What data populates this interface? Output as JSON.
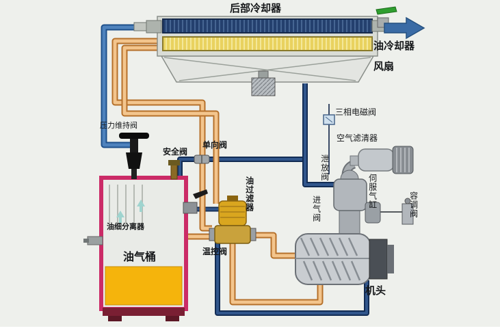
{
  "diagram": {
    "labels": {
      "aftercooler": "后部冷却器",
      "oil_cooler": "油冷却器",
      "fan": "风扇",
      "three_phase_solenoid_valve": "三相电磁阀",
      "air_cleaner": "空气滤清器",
      "pressure_maintain_valve": "压力维持阀",
      "safety_valve": "安全阀",
      "check_valve": "单向阀",
      "blowoff_valve": "泄放阀",
      "oil_filter": "油过滤器",
      "intake_valve": "进气阀",
      "servo_cylinder": "伺服气缸",
      "capacity_valve": "容调阀",
      "oil_fine_separator": "油细分离器",
      "oil_gas_tank": "油气桶",
      "temp_control_valve": "温控阀",
      "airend": "机头"
    },
    "colors": {
      "background": "#eef0ec",
      "pipe_oil": "#f3c58d",
      "pipe_air_blue": "#4f83bd",
      "pipe_air_navy": "#31568c",
      "tank_outline": "#cb2b67",
      "oil_fill": "#f5b40c",
      "valve_handle_green": "#2f9e2f"
    }
  }
}
